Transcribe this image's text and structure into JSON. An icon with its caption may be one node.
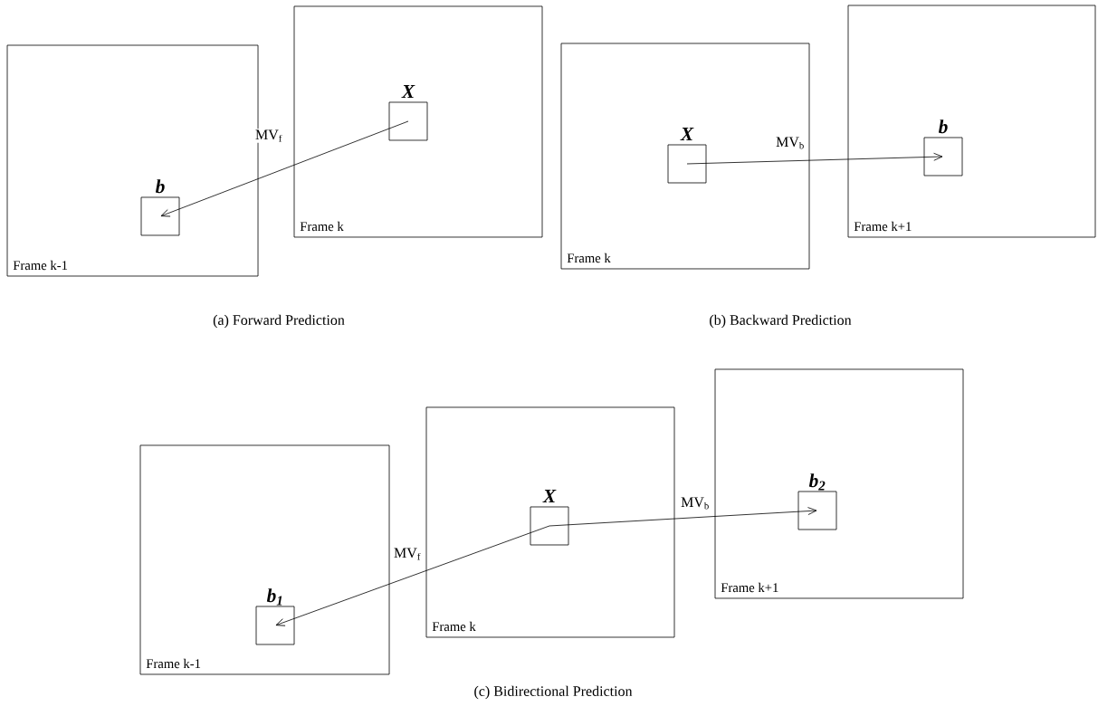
{
  "diagram": {
    "nodes": [
      {
        "text": [
          "Frame k-1"
        ]
      },
      {
        "text": [
          "b"
        ],
        "in": 0
      },
      {
        "text": [
          "Frame k"
        ]
      },
      {
        "text": [
          "X"
        ],
        "in": 2
      },
      {
        "text": [
          "Frame k"
        ]
      },
      {
        "text": [
          "X"
        ],
        "in": 4
      },
      {
        "text": [
          "Frame k+1"
        ]
      },
      {
        "text": [
          "b"
        ],
        "in": 6
      },
      {
        "text": [
          "Frame k-1"
        ]
      },
      {
        "text": [
          "b$_{1}$"
        ],
        "in": 8
      },
      {
        "text": [
          "Frame k"
        ]
      },
      {
        "text": [
          "X"
        ],
        "in": 10
      },
      {
        "text": [
          "Frame k+1"
        ]
      },
      {
        "text": [
          "b$_{2}$"
        ],
        "in": 12
      }
    ],
    "edges": [
      {
        "from": 3,
        "to": 1,
        "arrow": "to",
        "label": "MV$_{f}$"
      },
      {
        "from": 5,
        "to": 7,
        "arrow": "to",
        "label": "MV$_{b}$"
      },
      {
        "from": 11,
        "to": 9,
        "arrow": "to",
        "label": "MV$_{f}$"
      },
      {
        "from": 11,
        "to": 13,
        "arrow": "to",
        "label": "MV$_{b}$"
      }
    ],
    "labels": [
      "(a) Forward Prediction",
      "(b) Backward Prediction",
      "(c) Bidirectional Prediction"
    ]
  }
}
